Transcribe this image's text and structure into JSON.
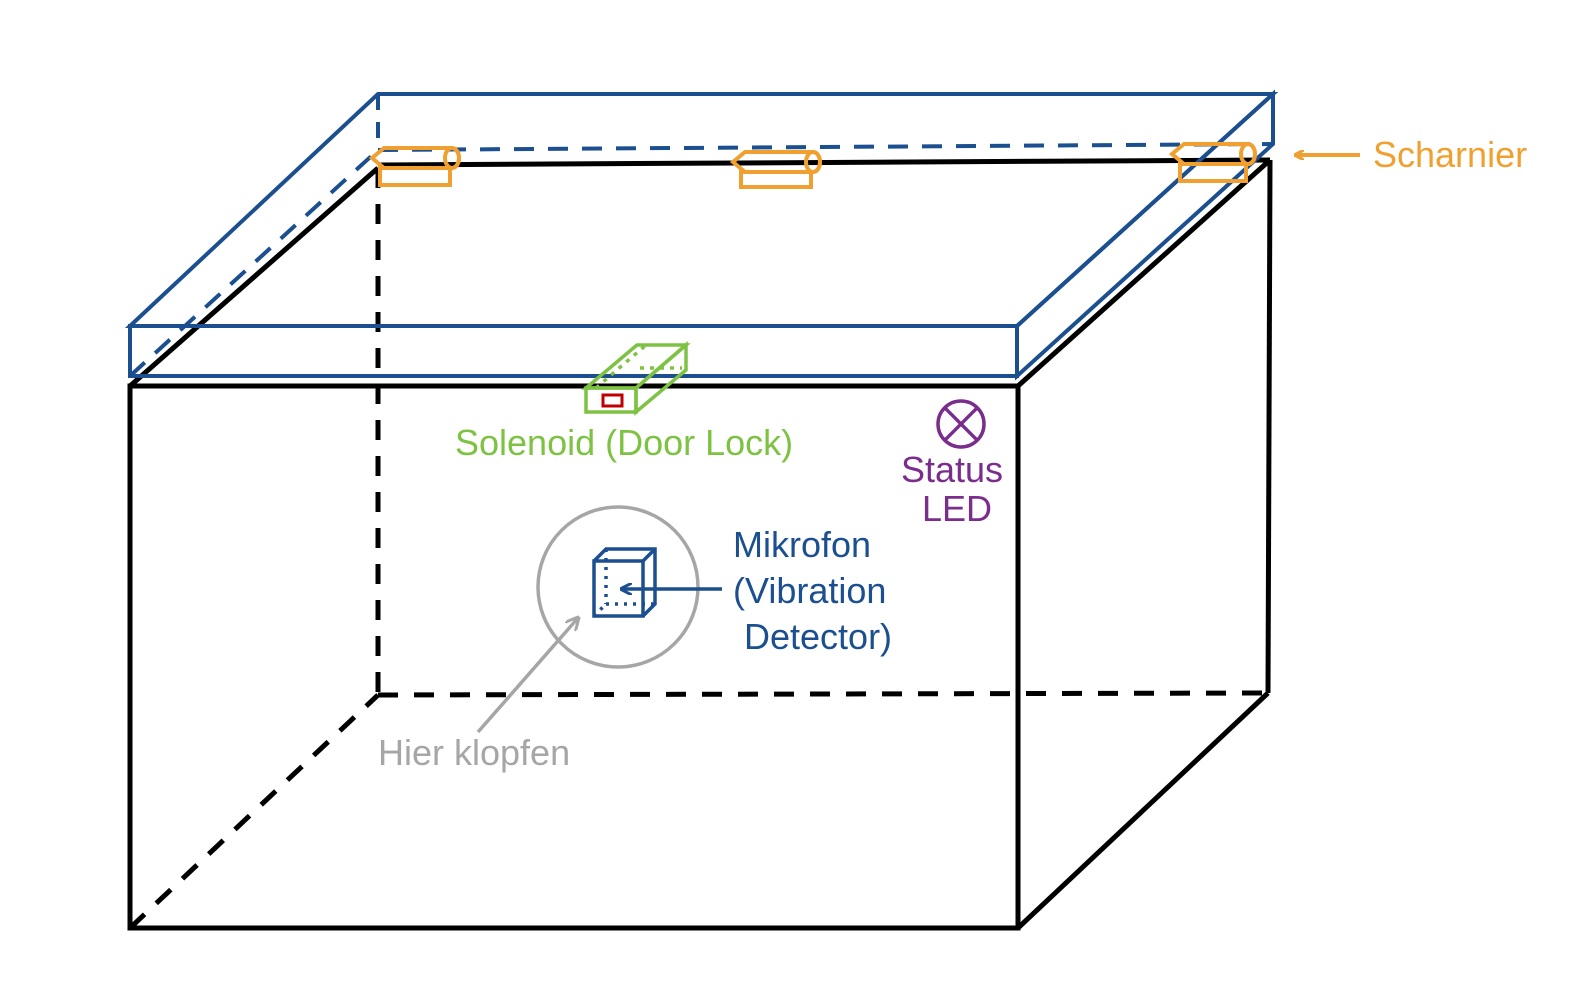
{
  "labels": {
    "hinge": "Scharnier",
    "solenoid": "Solenoid (Door Lock)",
    "status_led_line1": "Status",
    "status_led_line2": "LED",
    "microphone_line1": "Mikrofon",
    "microphone_line2": "(Vibration",
    "microphone_line3": "Detector)",
    "knock_here": "Hier klopfen"
  },
  "colors": {
    "box": "#000000",
    "lid": "#1B4F8F",
    "hinge": "#F0A030",
    "solenoid": "#7DC242",
    "solenoid_indicator": "#C00000",
    "status_led": "#7B2D8E",
    "microphone": "#1B4F8F",
    "knock_zone": "#A6A6A6"
  }
}
